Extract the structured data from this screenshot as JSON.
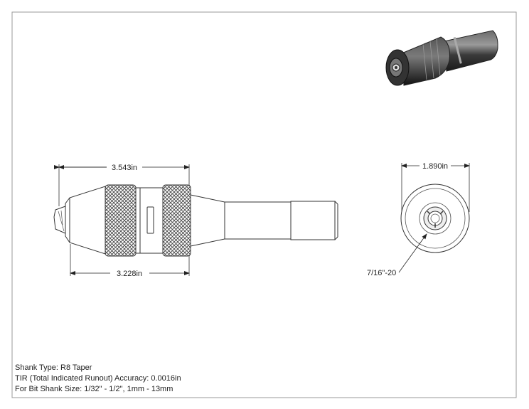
{
  "dimensions": {
    "overall_length": "3.543in",
    "body_length": "3.228in",
    "diameter": "1.890in",
    "thread": "7/16\"-20"
  },
  "specs": {
    "shank_type": "Shank Type: R8 Taper",
    "tir": "TIR (Total Indicated Runout) Accuracy: 0.0016in",
    "bit_size": "For Bit Shank Size: 1/32\" - 1/2\", 1mm - 13mm"
  },
  "colors": {
    "line": "#333333",
    "knurl": "#555555",
    "render_body": "#2a2a2a"
  }
}
